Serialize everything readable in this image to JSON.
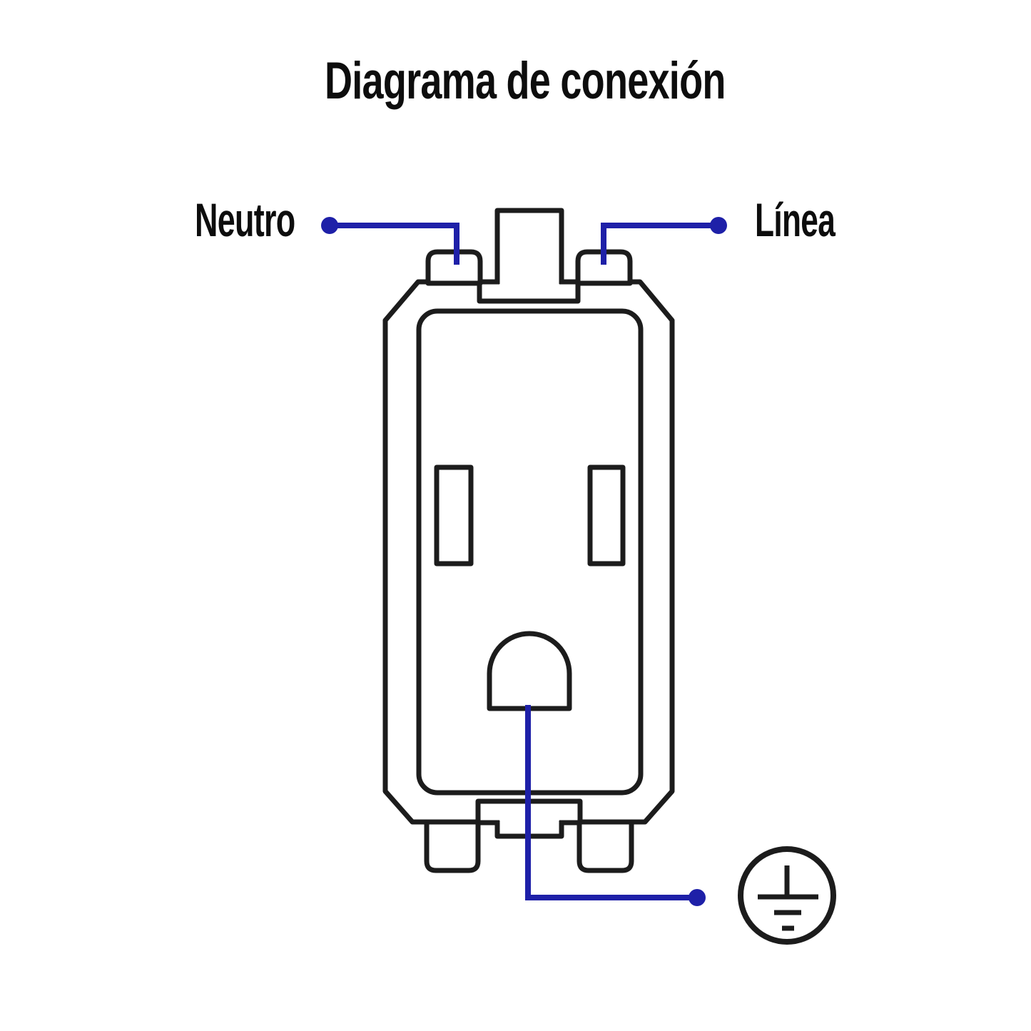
{
  "title": "Diagrama de conexión",
  "labels": {
    "neutral": "Neutro",
    "line": "Línea"
  },
  "diagram": {
    "type": "wiring-connection-diagram",
    "device": "electrical-receptacle-outlet",
    "connections": [
      {
        "terminal": "top-left-screw",
        "wire": "Neutro"
      },
      {
        "terminal": "top-right-screw",
        "wire": "Línea"
      },
      {
        "terminal": "ground-pin-hole",
        "wire": "tierra (ground symbol)"
      }
    ]
  },
  "colors": {
    "wire": "#1e20a8",
    "outline": "#1c1c1c",
    "background": "#ffffff",
    "text": "#0d0d0d"
  }
}
